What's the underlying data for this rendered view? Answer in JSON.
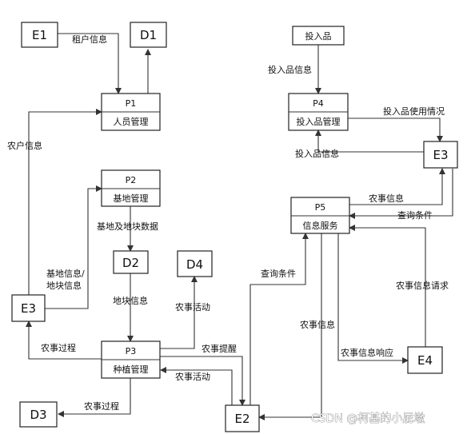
{
  "entities": {
    "E1": "E1",
    "D1": "D1",
    "input_goods": "投入品",
    "E3_right": "E3",
    "D2": "D2",
    "D4": "D4",
    "E3_left": "E3",
    "E4": "E4",
    "D3": "D3",
    "E2": "E2"
  },
  "processes": {
    "P1": {
      "id": "P1",
      "name": "人员管理"
    },
    "P2": {
      "id": "P2",
      "name": "基地管理"
    },
    "P3": {
      "id": "P3",
      "name": "种植管理"
    },
    "P4": {
      "id": "P4",
      "name": "投入品管理"
    },
    "P5": {
      "id": "P5",
      "name": "信息服务"
    }
  },
  "flows": {
    "tenant_info": "租户信息",
    "farmer_info": "农户信息",
    "base_plot_data": "基地及地块数据",
    "base_info_1": "基地信息/",
    "base_info_2": "地块信息",
    "plot_info": "地块信息",
    "farm_activity_d4": "农事活动",
    "farm_process_e3": "农事过程",
    "farm_reminder": "农事提醒",
    "farm_activity_e2": "农事活动",
    "farm_process_d3": "农事过程",
    "input_goods_info_top": "投入品信息",
    "input_usage": "投入品使用情况",
    "input_goods_info_e3": "投入品信息",
    "farm_info_p5": "农事信息",
    "query_cond_e3": "查询条件",
    "query_cond_e2": "查询条件",
    "farm_info_e2": "农事信息",
    "farm_info_response": "农事信息响应",
    "farm_info_request": "农事信息请求"
  },
  "watermark": "CSDN @柯基的小屁墩"
}
